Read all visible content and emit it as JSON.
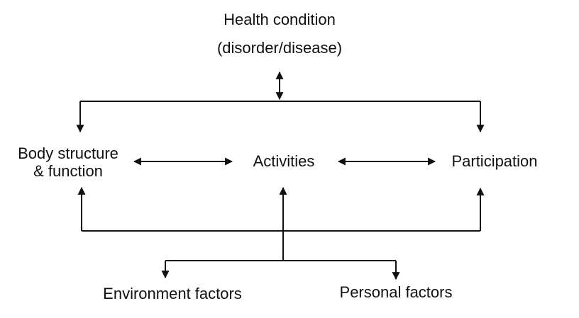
{
  "diagram": {
    "kind": "ICF model flow diagram",
    "colors": {
      "background": "#ffffff",
      "line": "#111111",
      "text": "#111111"
    },
    "nodes": {
      "health_condition": {
        "line1": "Health condition",
        "line2": "(disorder/disease)"
      },
      "body_structure": {
        "line1": "Body structure",
        "line2": "& function"
      },
      "activities": {
        "label": "Activities"
      },
      "participation": {
        "label": "Participation"
      },
      "environment_factors": {
        "label": "Environment factors"
      },
      "personal_factors": {
        "label": "Personal factors"
      }
    },
    "relationships": [
      "Health condition <-> top bar linking Body structure & function and Participation",
      "Body structure & function <-> Activities",
      "Activities <-> Participation",
      "Bottom contextual bar -> up arrows to Body structure & function, Activities, Participation",
      "Lower contextual bar -> down arrow to Environment factors",
      "Lower contextual bar -> down arrow to Personal factors"
    ]
  }
}
